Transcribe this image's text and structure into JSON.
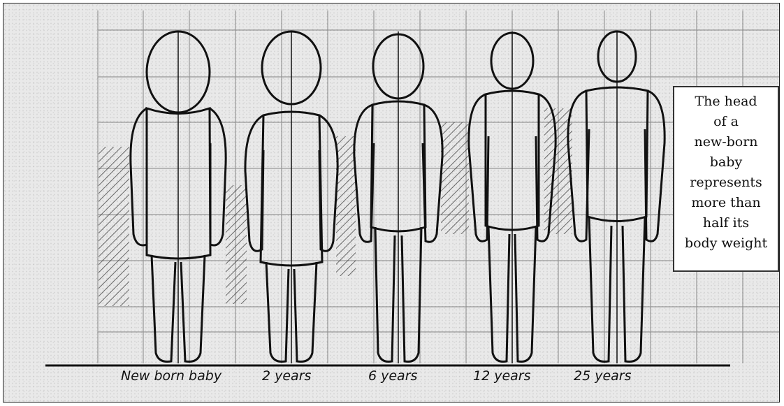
{
  "figures": [
    {
      "age_label": "New born baby"
    },
    {
      "age_label": "2 years"
    },
    {
      "age_label": "6 years"
    },
    {
      "age_label": "12 years"
    },
    {
      "age_label": "25 years"
    }
  ],
  "note": {
    "lines": [
      "The head",
      "of a",
      "new-born",
      "baby",
      "represents",
      "more than",
      "half its",
      "body weight"
    ]
  }
}
